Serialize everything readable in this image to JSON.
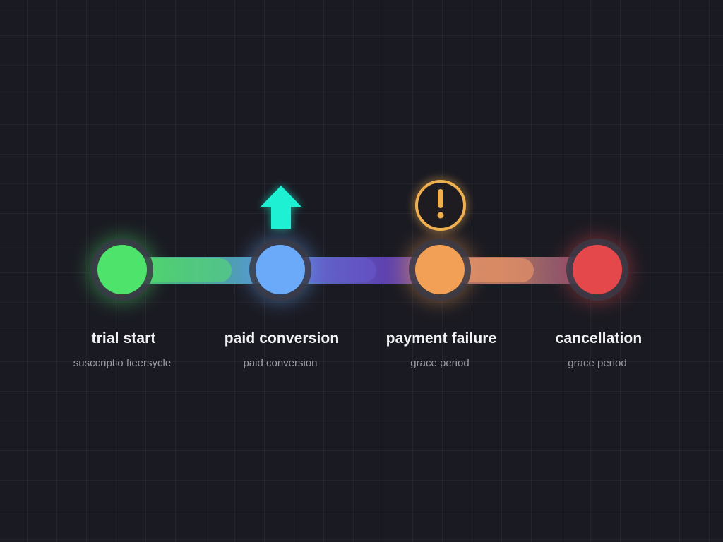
{
  "colors": {
    "background": "#1a1a22",
    "trial_start": "#4ee36a",
    "paid_conversion": "#6aaaf8",
    "payment_failure": "#f2a055",
    "cancellation": "#e5484a",
    "upgrade_arrow": "#1ef0d4",
    "warning_ring": "#f0b050"
  },
  "stages": [
    {
      "title": "trial start",
      "subtitle": "susccriptio fieersycle",
      "color": "#4ee36a",
      "marker": null
    },
    {
      "title": "paid conversion",
      "subtitle": "paid conversion",
      "color": "#6aaaf8",
      "marker": "upgrade-arrow-icon"
    },
    {
      "title": "payment failure",
      "subtitle": "grace period",
      "color": "#f2a055",
      "marker": "warning-icon"
    },
    {
      "title": "cancellation",
      "subtitle": "grace period",
      "color": "#e5484a",
      "marker": null
    }
  ]
}
